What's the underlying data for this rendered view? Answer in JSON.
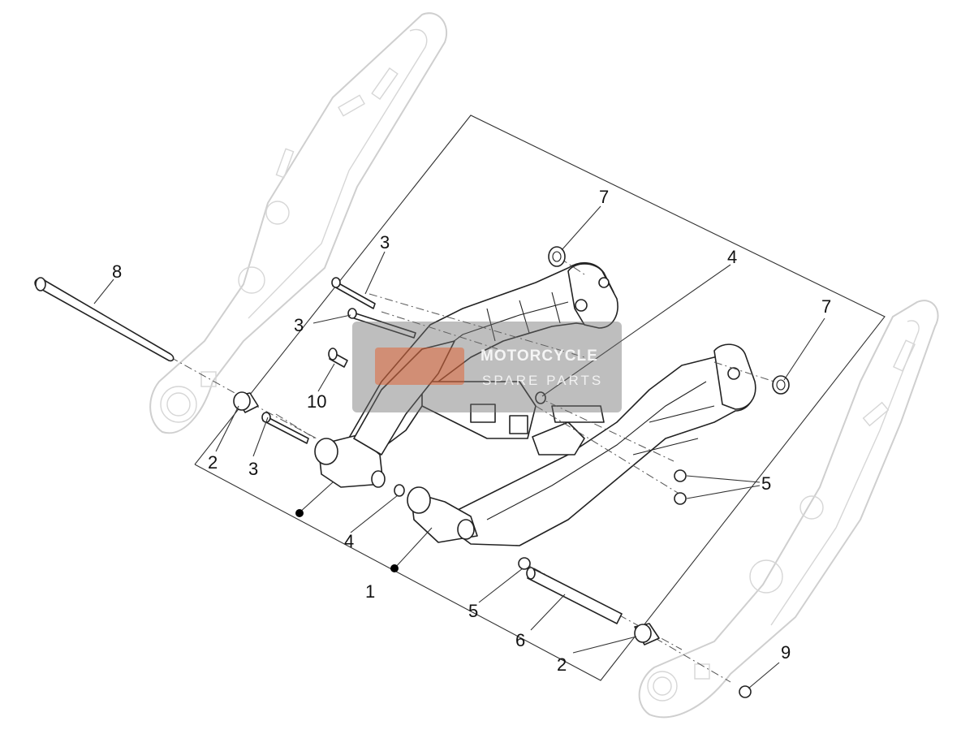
{
  "callouts": [
    {
      "id": "c1",
      "label": "1"
    },
    {
      "id": "c2a",
      "label": "2"
    },
    {
      "id": "c2b",
      "label": "2"
    },
    {
      "id": "c3a",
      "label": "3"
    },
    {
      "id": "c3b",
      "label": "3"
    },
    {
      "id": "c3c",
      "label": "3"
    },
    {
      "id": "c4a",
      "label": "4"
    },
    {
      "id": "c4b",
      "label": "4"
    },
    {
      "id": "c5a",
      "label": "5"
    },
    {
      "id": "c5b",
      "label": "5"
    },
    {
      "id": "c6",
      "label": "6"
    },
    {
      "id": "c7a",
      "label": "7"
    },
    {
      "id": "c7b",
      "label": "7"
    },
    {
      "id": "c8",
      "label": "8"
    },
    {
      "id": "c9",
      "label": "9"
    },
    {
      "id": "c10",
      "label": "10"
    }
  ],
  "watermark": {
    "line1": "MOTORCYCLE",
    "line2": "SPARE PARTS",
    "accent_color": "#e8541c"
  },
  "colors": {
    "outline": "#222222",
    "ghost": "#cfcfcf"
  }
}
